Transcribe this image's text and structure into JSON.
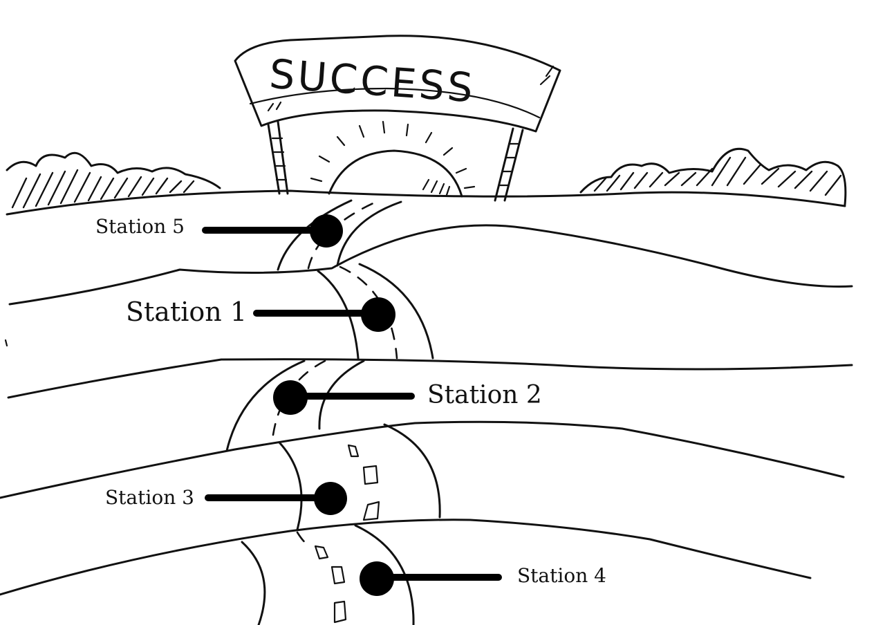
{
  "banner": {
    "text": "SUCCESS"
  },
  "stations": [
    {
      "id": "station-5",
      "label": "Station 5"
    },
    {
      "id": "station-1",
      "label": "Station 1"
    },
    {
      "id": "station-2",
      "label": "Station 2"
    },
    {
      "id": "station-3",
      "label": "Station 3"
    },
    {
      "id": "station-4",
      "label": "Station 4"
    }
  ]
}
